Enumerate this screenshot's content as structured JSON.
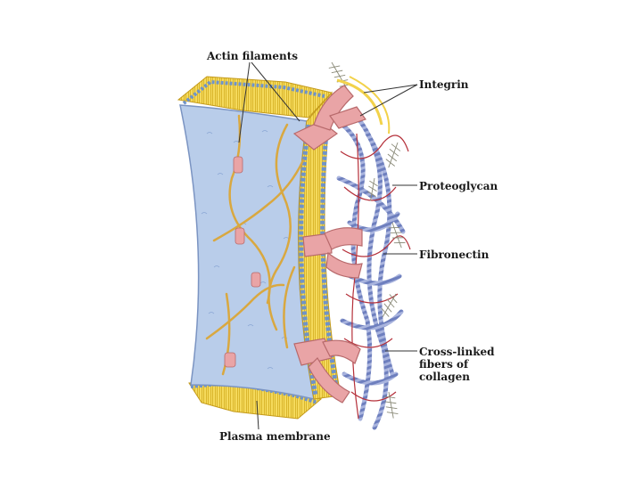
{
  "labels": {
    "actin": "Actin filaments",
    "integrin": "Integrin",
    "proteoglycan": "Proteoglycan",
    "fibronectin": "Fibronectin",
    "collagen_line1": "Cross-linked",
    "collagen_line2": "fibers of",
    "collagen_line3": "collagen",
    "plasma": "Plasma membrane"
  },
  "colors": {
    "cytoplasm": "#b9cdea",
    "bilayer_head": "#6f93c8",
    "bilayer_tail": "#f2d24a",
    "integrin": "#e9a4a6",
    "actin": "#d9a840",
    "collagen": "#7f8fc8",
    "fibronectin": "#b5303a",
    "proteoglycan": "#9a9a86"
  }
}
